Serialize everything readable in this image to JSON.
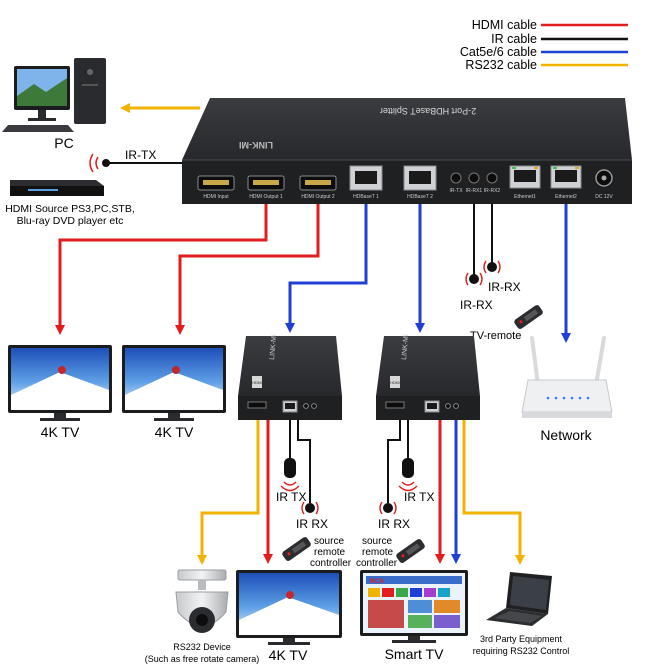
{
  "legend": {
    "hdmi": "HDMI cable",
    "ir": "IR cable",
    "cat": "Cat5e/6 cable",
    "rs232": "RS232 cable"
  },
  "colors": {
    "hdmi": "#e21d1d",
    "ir": "#111111",
    "cat": "#1f3fd6",
    "rs232": "#f2b200",
    "device": "#2e3033",
    "device_dark": "#1c1d1f"
  },
  "splitter": {
    "brand": "LINK-MI",
    "title": "2-Port HDBaseT Splitter",
    "ports": {
      "hdmi_input": "HDMI Input",
      "hdmi_out1": "HDMI Output 1",
      "hdmi_out2": "HDMI Output 2",
      "hdbt1": "HDBaseT 1",
      "hdbt2": "HDBaseT 2",
      "irtx": "IR-TX",
      "irrx1": "IR-RX1",
      "irrx2": "IR-RX2",
      "eth1": "Ethernet1",
      "eth2": "Ethernet2",
      "dc": "DC 12V"
    }
  },
  "labels": {
    "pc": "PC",
    "ir_tx_top": "IR-TX",
    "source_line1": "HDMI Source PS3,PC,STB,",
    "source_line2": "Blu-ray DVD player etc",
    "ir_rx_a": "IR-RX",
    "ir_rx_b": "IR-RX",
    "tv_remote": "TV-remote",
    "network": "Network",
    "tv_left": "4K TV",
    "tv_mid": "4K TV",
    "ir_tx_1": "IR TX",
    "ir_rx_1": "IR RX",
    "ir_tx_2": "IR TX",
    "ir_rx_2": "IR RX",
    "remote_1_l1": "source",
    "remote_1_l2": "remote",
    "remote_1_l3": "controller",
    "remote_2_l1": "source",
    "remote_2_l2": "remote",
    "remote_2_l3": "controller",
    "rs232_l1": "RS232 Device",
    "rs232_l2": "(Such as free rotate camera)",
    "tv_bottom": "4K TV",
    "smart_tv": "Smart TV",
    "third_l1": "3rd Party Equipment",
    "third_l2": "requiring RS232 Control"
  },
  "receiver": {
    "brand": "LINK-MI",
    "badge": "HDMI"
  },
  "smart_tv_screen": {
    "logo": "RCA"
  }
}
